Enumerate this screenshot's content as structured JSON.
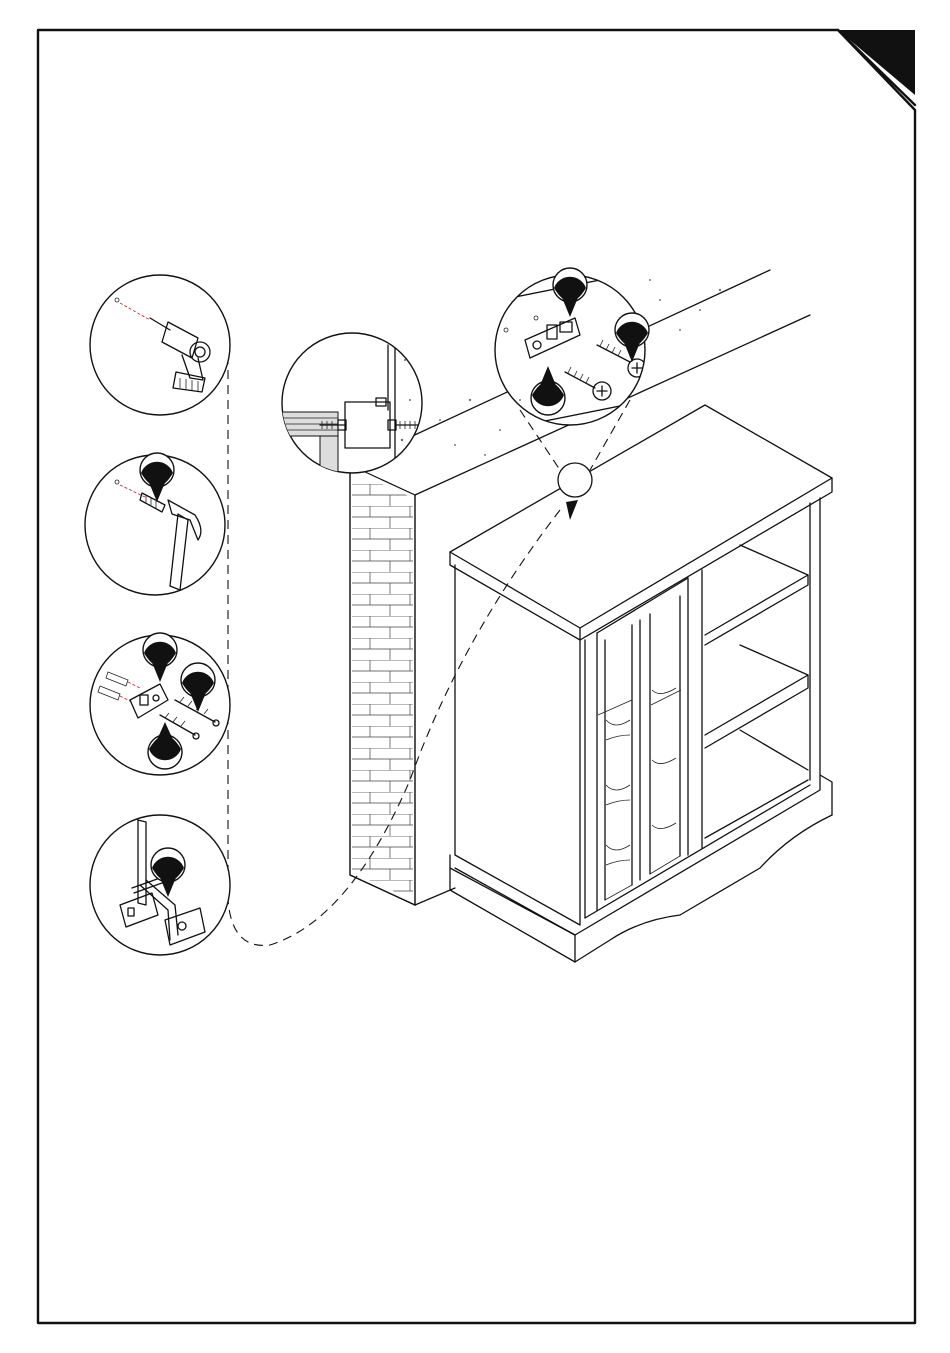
{
  "page": {
    "description_hidden": "",
    "corner_tab_color": "#111111",
    "line_color": "#111111",
    "accent_color": "#c0303a"
  },
  "steps": [
    {
      "name": "drill",
      "icon": "drill-icon"
    },
    {
      "name": "hammer-in-anchor",
      "icon": "hammer-icon"
    },
    {
      "name": "bracket-and-screws",
      "icon": "bracket-icon"
    },
    {
      "name": "strap-to-bracket",
      "icon": "strap-icon"
    }
  ],
  "details": [
    {
      "name": "wall-section-detail",
      "icon": "wall-bracket-icon"
    },
    {
      "name": "bracket-hardware-detail",
      "icon": "screw-icon"
    }
  ]
}
